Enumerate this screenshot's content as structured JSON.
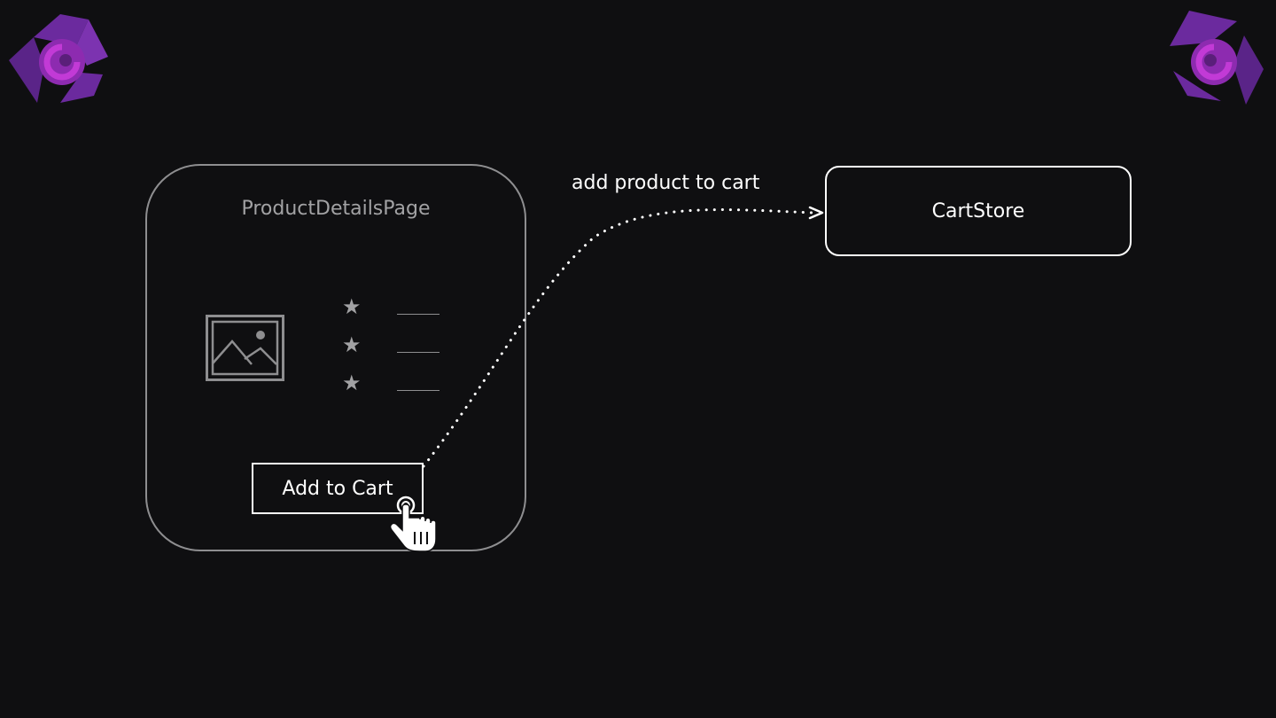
{
  "colors": {
    "background": "#0f0f11",
    "muted_border": "#8e8e90",
    "muted_text": "#a2a2a4",
    "foreground": "#ffffff",
    "logo_dark": "#6b2a9e",
    "logo_accent": "#b52fc9"
  },
  "icons": {
    "logo": "dragon-logo-icon",
    "image": "image-placeholder-icon",
    "star": "star-icon",
    "cursor": "hand-pointer-icon",
    "arrow": "dotted-arrow"
  },
  "product_page": {
    "title": "ProductDetailsPage",
    "stars": [
      "★",
      "★",
      "★"
    ],
    "add_to_cart_label": "Add to Cart"
  },
  "connector": {
    "label": "add product to cart"
  },
  "cart_store": {
    "label": "CartStore"
  }
}
